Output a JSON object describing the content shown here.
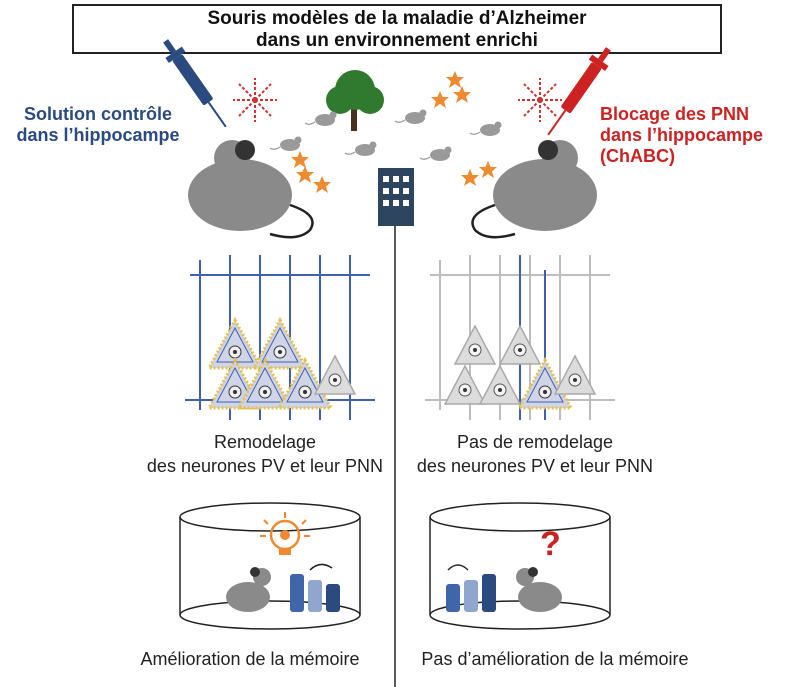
{
  "title": {
    "line1": "Souris modèles de la maladie d’Alzheimer",
    "line2": "dans un environnement enrichi"
  },
  "left_condition": {
    "line1": "Solution contrôle",
    "line2": "dans l’hippocampe"
  },
  "right_condition": {
    "line1": "Blocage des PNN",
    "line2": "dans l’hippocampe",
    "line3": "(ChABC)"
  },
  "captions": {
    "left_remodel_1": "Remodelage",
    "left_remodel_2": "des neurones PV et leur PNN",
    "right_remodel_1": "Pas de remodelage",
    "right_remodel_2": "des neurones PV et leur PNN",
    "left_memory": "Amélioration de la mémoire",
    "right_memory": "Pas d’amélioration de la mémoire",
    "question_mark": "?"
  },
  "colors": {
    "control_blue": "#2a4a80",
    "block_red": "#cc2222",
    "mouse_gray": "#8a8a8a",
    "dendrite_blue": "#3f5fb0",
    "pnn_yellow": "#e6c04a",
    "star_orange": "#f08a30",
    "tree_green": "#2f7a2f",
    "building_navy": "#2e4560"
  }
}
